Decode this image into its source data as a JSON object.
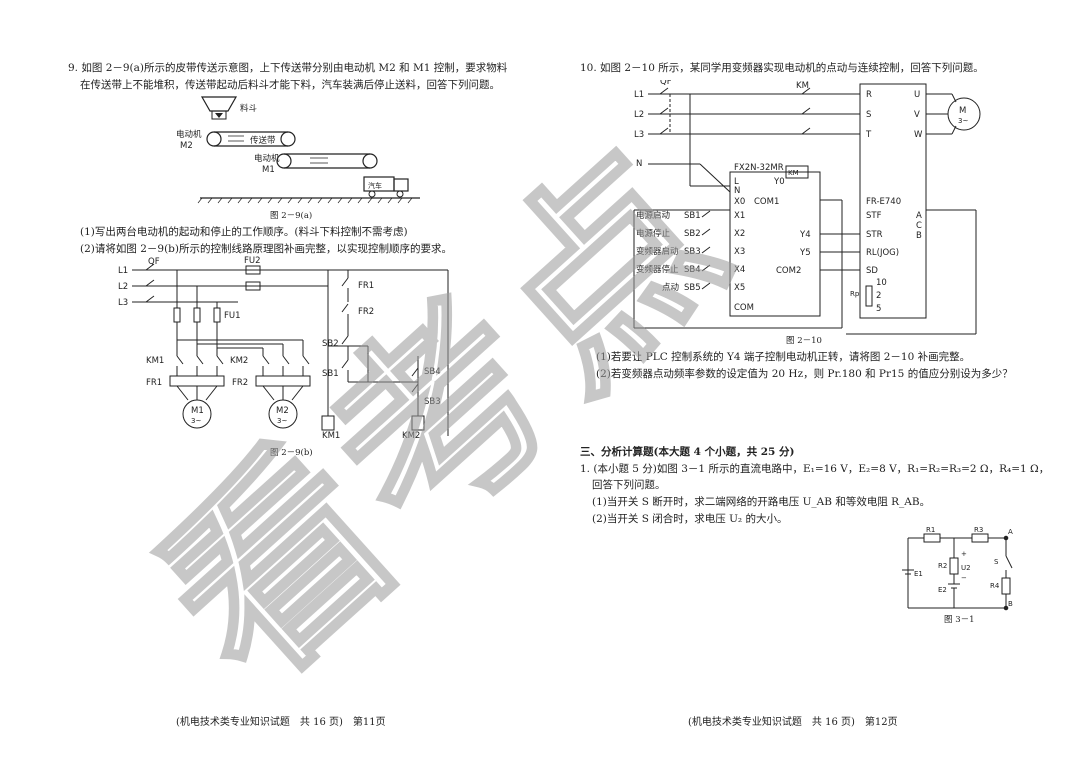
{
  "left": {
    "q9_line1": "9. 如图 2－9(a)所示的皮带传送示意图，上下传送带分别由电动机 M2 和 M1 控制，要求物料",
    "q9_line2": "在传送带上不能堆积，传送带起动后料斗才能下料，汽车装满后停止送料，回答下列问题。",
    "fig_a": {
      "hopper": "料斗",
      "motor_m2_a": "电动机",
      "motor_m2_b": "M2",
      "belt": "传送带",
      "motor_m1_a": "电动机",
      "motor_m1_b": "M1",
      "truck": "汽车"
    },
    "fig_a_caption": "图 2－9(a)",
    "q9_part1": "(1)写出两台电动机的起动和停止的工作顺序。(料斗下料控制不需考虑)",
    "q9_part2": "(2)请将如图 2－9(b)所示的控制线路原理图补画完整，以实现控制顺序的要求。",
    "fig_b": {
      "l1": "L1",
      "l2": "L2",
      "l3": "L3",
      "qf": "QF",
      "fu1": "FU1",
      "fu2": "FU2",
      "km1": "KM1",
      "km2": "KM2",
      "fr1": "FR1",
      "fr2": "FR2",
      "m1": "M1",
      "m2": "M2",
      "phase": "3~",
      "fr1c": "FR1",
      "fr2c": "FR2",
      "sb2": "SB2",
      "sb1": "SB1",
      "sb4": "SB4",
      "sb3": "SB3",
      "km1coil": "KM1",
      "km2coil": "KM2"
    },
    "fig_b_caption": "图 2－9(b)",
    "footer": "(机电技术类专业知识试题　共 16 页)　第11页"
  },
  "right": {
    "q10_line": "10. 如图 2－10 所示，某同学用变频器实现电动机的点动与连续控制，回答下列问题。",
    "fig10": {
      "l1": "L1",
      "l2": "L2",
      "l3": "L3",
      "qf": "QF",
      "km": "KM",
      "n": "N",
      "r": "R",
      "s": "S",
      "t": "T",
      "u": "U",
      "v": "V",
      "w": "W",
      "motor": "M",
      "phase": "3~",
      "plc": "FX2N-32MR",
      "plc_l": "L",
      "plc_n": "N",
      "y0": "Y0",
      "km_coil": "KM",
      "x0": "X0",
      "com1": "COM1",
      "vfd": "FR-E740",
      "stf": "STF",
      "str": "STR",
      "rl": "RL(JOG)",
      "sd": "SD",
      "p10": "10",
      "p2": "2",
      "p5": "5",
      "a": "A",
      "c": "C",
      "b": "B",
      "rp": "Rp",
      "in1": "电源启动",
      "in2": "电源停止",
      "in3": "变频器启动",
      "in4": "变频器停止",
      "in5": "点动",
      "sb1": "SB1",
      "sb2": "SB2",
      "sb3": "SB3",
      "sb4": "SB4",
      "sb5": "SB5",
      "x1": "X1",
      "x2": "X2",
      "x3": "X3",
      "x4": "X4",
      "x5": "X5",
      "y4": "Y4",
      "y5": "Y5",
      "com2": "COM2",
      "com": "COM"
    },
    "fig10_caption": "图 2－10",
    "q10_part1": "(1)若要让 PLC 控制系统的 Y4 端子控制电动机正转，请将图 2－10 补画完整。",
    "q10_part2": "(2)若变频器点动频率参数的设定值为 20 Hz，则 Pr.180 和 Pr15 的值应分别设为多少？",
    "sec3": "三、分析计算题(本大题 4 个小题，共 25 分)",
    "q1_line1": "1. (本小题 5 分)如图 3－1 所示的直流电路中，E₁=16 V，E₂=8 V，R₁=R₂=R₃=2 Ω，R₄=1 Ω，",
    "q1_line2": "回答下列问题。",
    "q1_part1": "(1)当开关 S 断开时，求二端网络的开路电压 U_AB 和等效电阻 R_AB。",
    "q1_part2": "(2)当开关 S 闭合时，求电压 U₂ 的大小。",
    "fig3": {
      "r1": "R1",
      "r3": "R3",
      "a": "A",
      "b": "B",
      "s": "S",
      "r2": "R2",
      "u2": "U2",
      "r4": "R4",
      "e1": "E1",
      "e2": "E2",
      "plus": "+",
      "minus": "−"
    },
    "fig3_caption": "图 3－1",
    "footer": "(机电技术类专业知识试题　共 16 页)　第12页"
  },
  "watermark": {
    "text": "看考点",
    "color": "#9a9a9a"
  }
}
